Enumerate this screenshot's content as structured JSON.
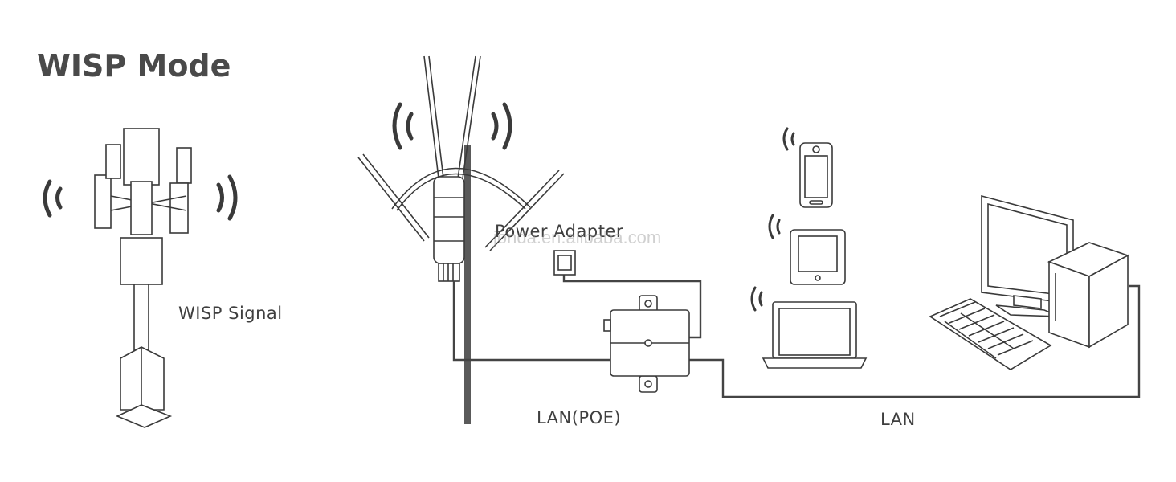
{
  "title": "WISP Mode",
  "labels": {
    "wisp_signal": "WISP Signal",
    "power_adapter": "Power Adapter",
    "lan_poe": "LAN(POE)",
    "lan": "LAN"
  },
  "watermark": "jonda.en.alibaba.com",
  "colors": {
    "line": "#444444",
    "pole": "#5a5a5a",
    "text": "#3f3f3f",
    "signal": "#3a3a3a"
  },
  "icons": [
    "cell-tower-icon",
    "outdoor-access-point-icon",
    "poe-injector-icon",
    "power-adapter-icon",
    "smartphone-icon",
    "tablet-icon",
    "laptop-icon",
    "desktop-computer-icon",
    "wireless-signal-icon"
  ]
}
